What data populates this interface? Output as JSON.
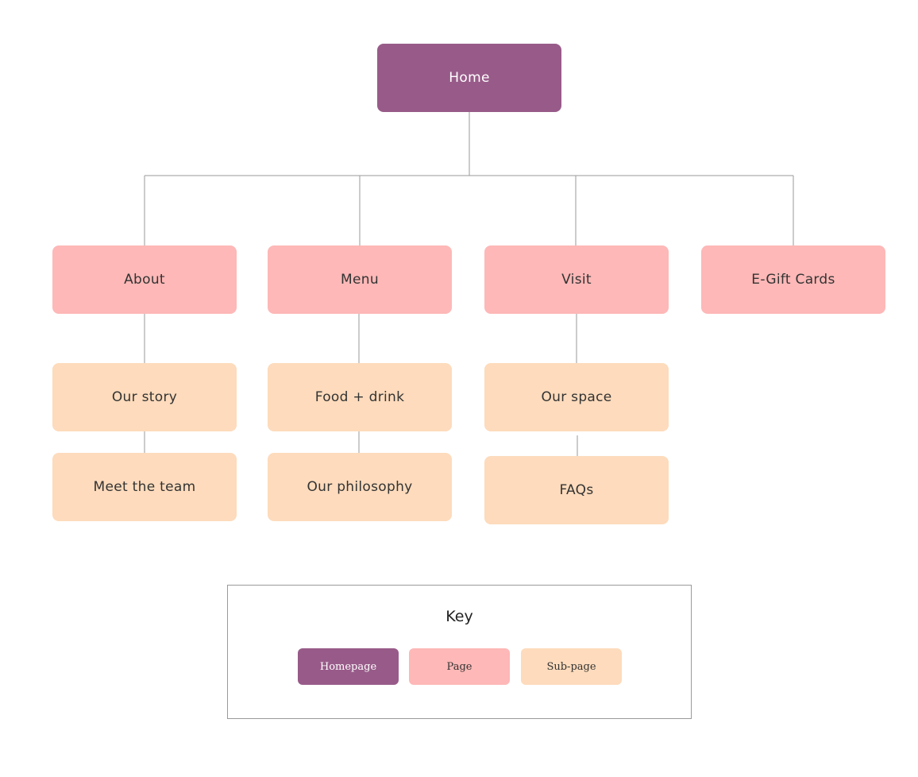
{
  "colors": {
    "homepage": "#985b89",
    "page": "#fdb8b7",
    "subpage": "#fddbbc",
    "connector": "#9a9a9a"
  },
  "home": {
    "label": "Home"
  },
  "pages": [
    {
      "label": "About",
      "subpages": [
        "Our story",
        "Meet the team"
      ]
    },
    {
      "label": "Menu",
      "subpages": [
        "Food + drink",
        "Our philosophy"
      ]
    },
    {
      "label": "Visit",
      "subpages": [
        "Our space",
        "FAQs"
      ]
    },
    {
      "label": "E-Gift Cards",
      "subpages": []
    }
  ],
  "key": {
    "title": "Key",
    "homepage_label": "Homepage",
    "page_label": "Page",
    "subpage_label": "Sub-page"
  }
}
